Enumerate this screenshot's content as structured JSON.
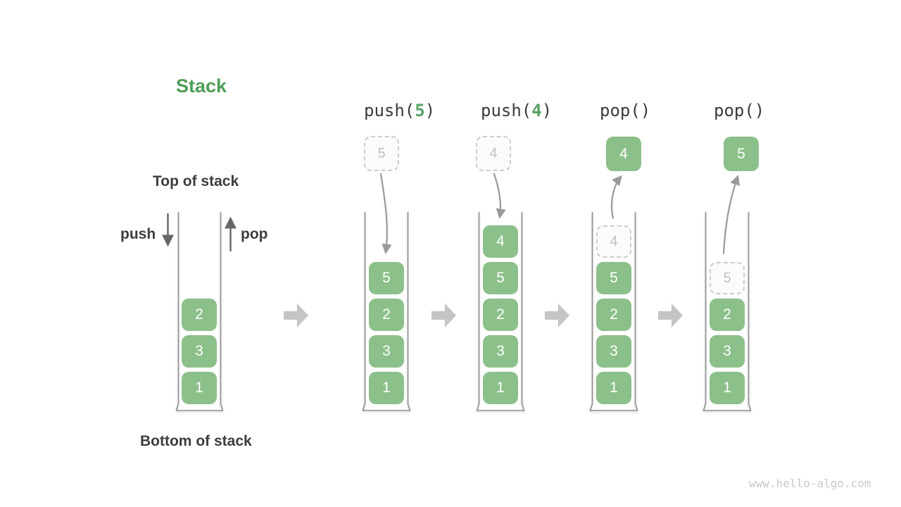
{
  "title": "Stack",
  "labels": {
    "top": "Top of stack",
    "bottom": "Bottom of stack",
    "push": "push",
    "pop": "pop"
  },
  "watermark": "www.hello-algo.com",
  "colors": {
    "box_green": "#8CC08A",
    "title_green": "#4E9E58",
    "arg_green": "#56A363",
    "text_dark": "#3D3D3D",
    "arrow_gray": "#999999",
    "arrow_dark": "#666666",
    "container_line": "#8F8F8F",
    "block_arrow": "#C5C5C5",
    "ghost_border": "#CCCCCC",
    "ghost_bg": "#FBFBFB",
    "ghost_text": "#C0C0C0",
    "watermark_gray": "#C9C9C9",
    "box_text": "#FFFFFF"
  },
  "columns": [
    {
      "stack": [
        "2",
        "3",
        "1"
      ]
    },
    {
      "header_prefix": "push(",
      "header_arg": "5",
      "header_suffix": ")",
      "floating": "5",
      "stack": [
        "5",
        "2",
        "3",
        "1"
      ]
    },
    {
      "header_prefix": "push(",
      "header_arg": "4",
      "header_suffix": ")",
      "floating": "4",
      "stack": [
        "4",
        "5",
        "2",
        "3",
        "1"
      ]
    },
    {
      "header_prefix": "pop()",
      "header_arg": "",
      "header_suffix": "",
      "popped": "4",
      "ghost": "4",
      "stack": [
        "5",
        "2",
        "3",
        "1"
      ]
    },
    {
      "header_prefix": "pop()",
      "header_arg": "",
      "header_suffix": "",
      "popped": "5",
      "ghost": "5",
      "stack": [
        "2",
        "3",
        "1"
      ]
    }
  ]
}
